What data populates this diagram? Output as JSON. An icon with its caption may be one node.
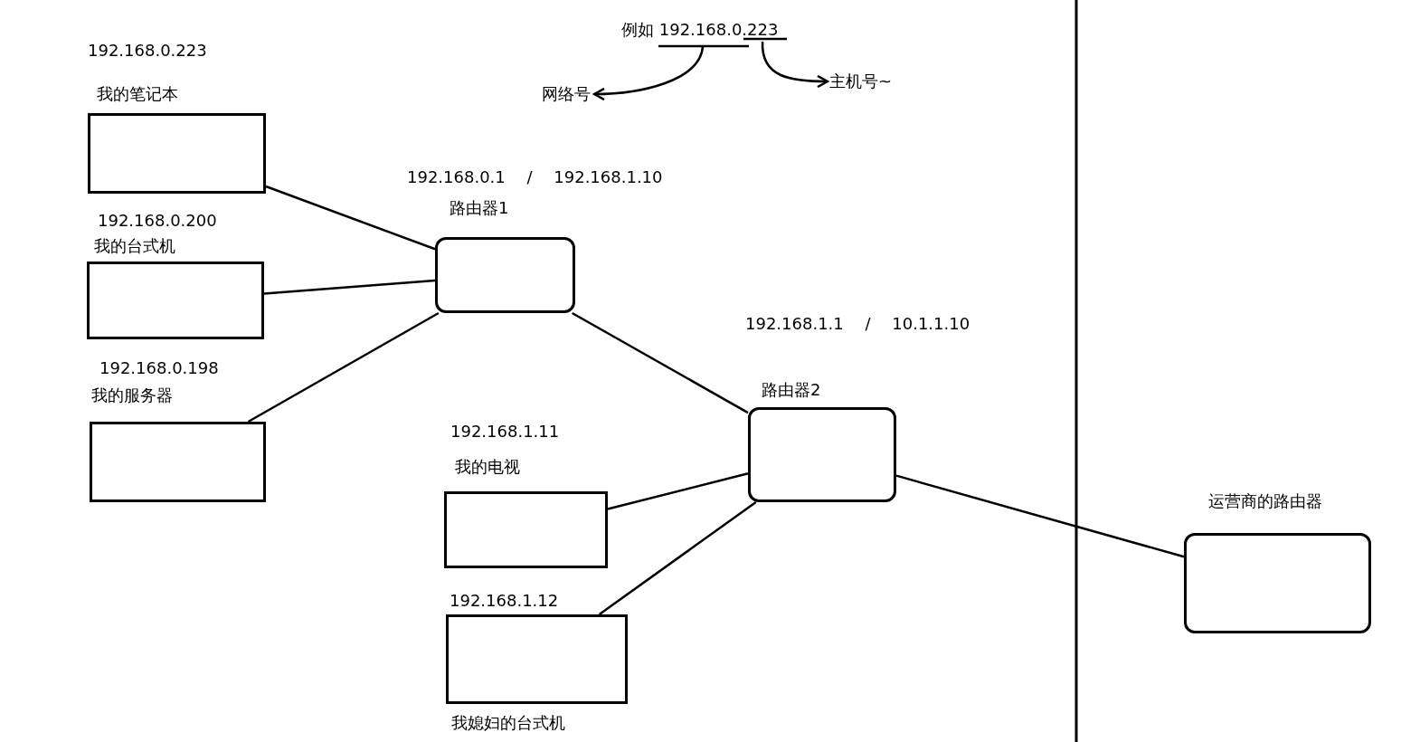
{
  "diagram": {
    "nodes": [
      {
        "text": [
          "192.168.0.223",
          "我的笔记本"
        ]
      },
      {
        "text": [
          "192.168.0.200",
          "我的台式机"
        ]
      },
      {
        "text": [
          "192.168.0.198",
          "我的服务器"
        ]
      },
      {
        "text": [
          "192.168.0.1 / 192.168.1.10",
          "路由器1"
        ]
      },
      {
        "text": [
          "192.168.1.1 / 10.1.1.10",
          "路由器2"
        ]
      },
      {
        "text": [
          "192.168.1.11",
          "我的电视"
        ]
      },
      {
        "text": [
          "192.168.1.12",
          "我媳妇的台式机"
        ]
      },
      {
        "text": [
          "运营商的路由器"
        ]
      },
      {
        "text": [
          "例如 192.168.0.223"
        ]
      },
      {
        "text": [
          "网络号"
        ]
      },
      {
        "text": [
          "主机号~"
        ]
      }
    ],
    "edges": [
      {
        "from": 0,
        "to": 3,
        "arrow": "none"
      },
      {
        "from": 1,
        "to": 3,
        "arrow": "none"
      },
      {
        "from": 2,
        "to": 3,
        "arrow": "none"
      },
      {
        "from": 3,
        "to": 4,
        "arrow": "none"
      },
      {
        "from": 5,
        "to": 4,
        "arrow": "none"
      },
      {
        "from": 6,
        "to": 4,
        "arrow": "none"
      },
      {
        "from": 4,
        "to": 7,
        "arrow": "none"
      },
      {
        "from": 8,
        "to": 9,
        "arrow": "to"
      },
      {
        "from": 8,
        "to": 10,
        "arrow": "to"
      }
    ]
  }
}
